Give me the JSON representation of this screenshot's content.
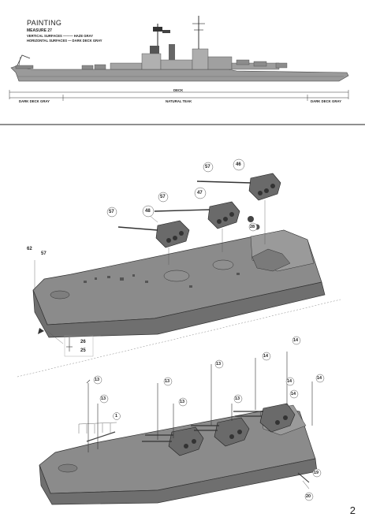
{
  "painting": {
    "title": "PAINTING",
    "measure": "MEASURE 27",
    "vertical": "VERTICAL SURFACES ——— HAZE GRAY",
    "horizontal": "HORIZONTAL SURFACES — DARK DECK GRAY"
  },
  "deck_labels": {
    "deck": "DECK",
    "left": "DARK DECK GRAY",
    "center": "NATURAL TEAK",
    "right": "DARK DECK GRAY"
  },
  "callouts_upper": {
    "c46": "46",
    "c57a": "57",
    "c47": "47",
    "c57b": "57",
    "c48": "48",
    "c57c": "57",
    "c28": "28",
    "c62": "62",
    "c57d": "57",
    "c26": "26",
    "c25": "25"
  },
  "callouts_lower": {
    "c13a": "13",
    "c13b": "13",
    "c13c": "13",
    "c13d": "13",
    "c13e": "13",
    "c13f": "13",
    "c14a": "14",
    "c14b": "14",
    "c14c": "14",
    "c14d": "14",
    "c14e": "14",
    "c1": "1",
    "c19": "19",
    "c20": "20"
  },
  "page_number": "2"
}
